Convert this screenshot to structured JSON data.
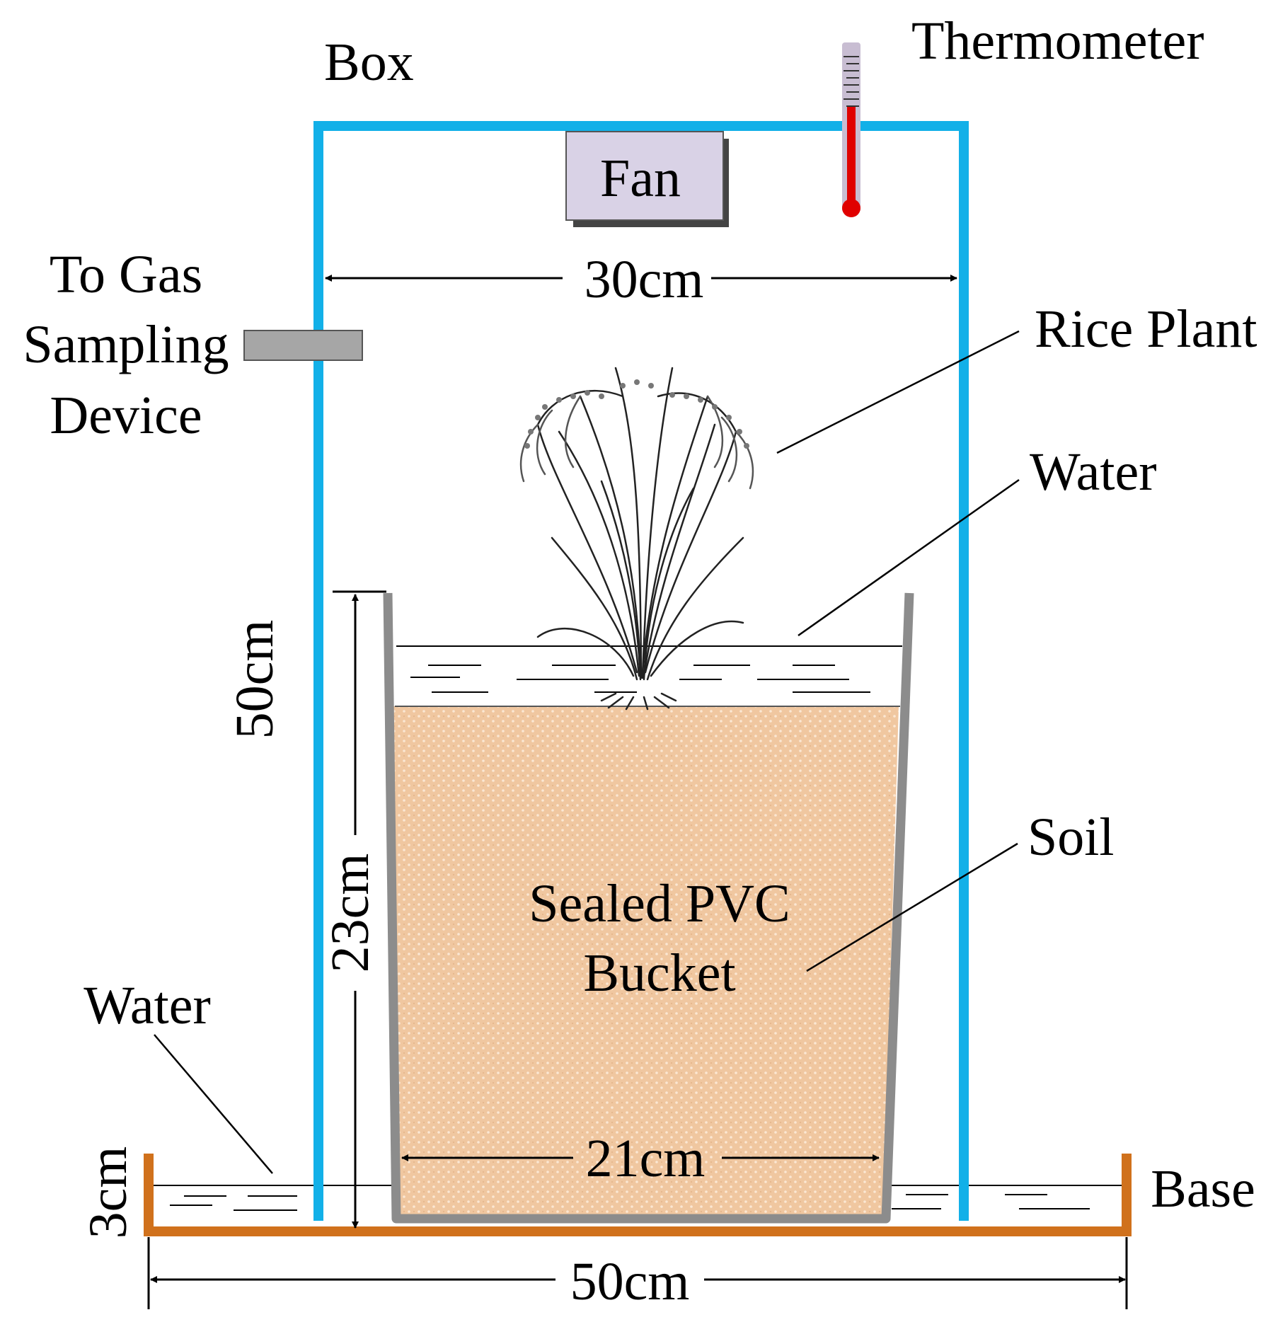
{
  "labels": {
    "box": "Box",
    "thermometer": "Thermometer",
    "fan": "Fan",
    "gas_line1": "To Gas",
    "gas_line2": "Sampling",
    "gas_line3": "Device",
    "rice_plant": "Rice Plant",
    "water_top": "Water",
    "soil": "Soil",
    "bucket_line1": "Sealed PVC",
    "bucket_line2": "Bucket",
    "water_bottom": "Water",
    "base": "Base"
  },
  "dimensions": {
    "box_width": "30cm",
    "box_height": "50cm",
    "bucket_height": "23cm",
    "bucket_bottom_width": "21cm",
    "base_height": "3cm",
    "base_width": "50cm"
  },
  "colors": {
    "box_frame": "#12b0e8",
    "base_frame": "#d0711c",
    "bucket_wall": "#8c8c8c",
    "soil_fill": "#f0c7a0",
    "fan_fill": "#d9d2e6",
    "thermometer_red": "#e00000",
    "gas_port": "#a6a6a6"
  }
}
